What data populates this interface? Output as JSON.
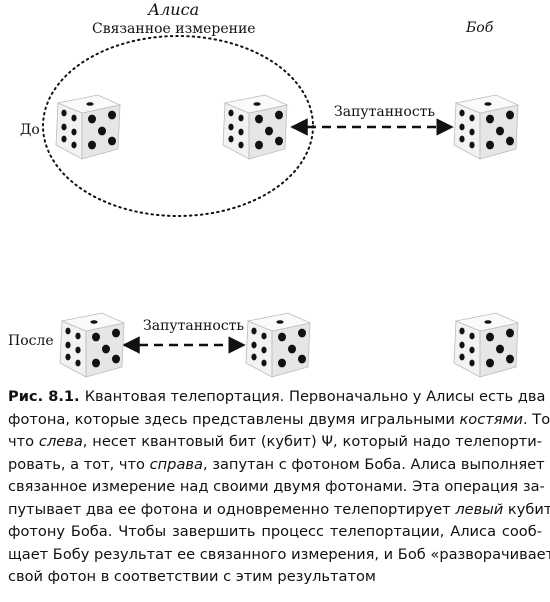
{
  "labels": {
    "alice": "Алиса",
    "bob": "Боб",
    "bell_measurement": "Связанное измерение",
    "before": "До",
    "after": "После",
    "entanglement_top": "Запутанность",
    "entanglement_bottom": "Запутанность"
  },
  "caption": {
    "figure": "Рис. 8.1.",
    "lines": [
      [
        {
          "t": "Квантовая телепортация. Первоначально у Алисы есть два"
        }
      ],
      [
        {
          "t": "фотона, которые здесь представлены двумя игральными "
        },
        {
          "t": "костями",
          "i": true
        },
        {
          "t": ". Тот,"
        }
      ],
      [
        {
          "t": "что "
        },
        {
          "t": "слева",
          "i": true
        },
        {
          "t": ", несет квантовый бит (кубит) Ψ, который надо телепорти-"
        }
      ],
      [
        {
          "t": "ровать, а тот, что "
        },
        {
          "t": "справа",
          "i": true
        },
        {
          "t": ", запутан с фотоном Боба. Алиса выполняет"
        }
      ],
      [
        {
          "t": "связанное измерение над своими двумя фотонами. Эта операция за-"
        }
      ],
      [
        {
          "t": "путывает два ее фотона и одновременно телепортирует "
        },
        {
          "t": "левый",
          "i": true
        },
        {
          "t": " кубит"
        }
      ],
      [
        {
          "t": "фотону Боба. Чтобы завершить процесс телепортации, Алиса сооб-"
        }
      ],
      [
        {
          "t": "щает Бобу результат ее связанного измерения, и Боб «разворачивает»"
        }
      ],
      [
        {
          "t": "свой фотон в соответствии с этим результатом"
        }
      ]
    ]
  },
  "colors": {
    "text": "#111111",
    "die_face": "#f2f2f2",
    "die_side": "#c8c8c8",
    "pip": "#111111"
  }
}
